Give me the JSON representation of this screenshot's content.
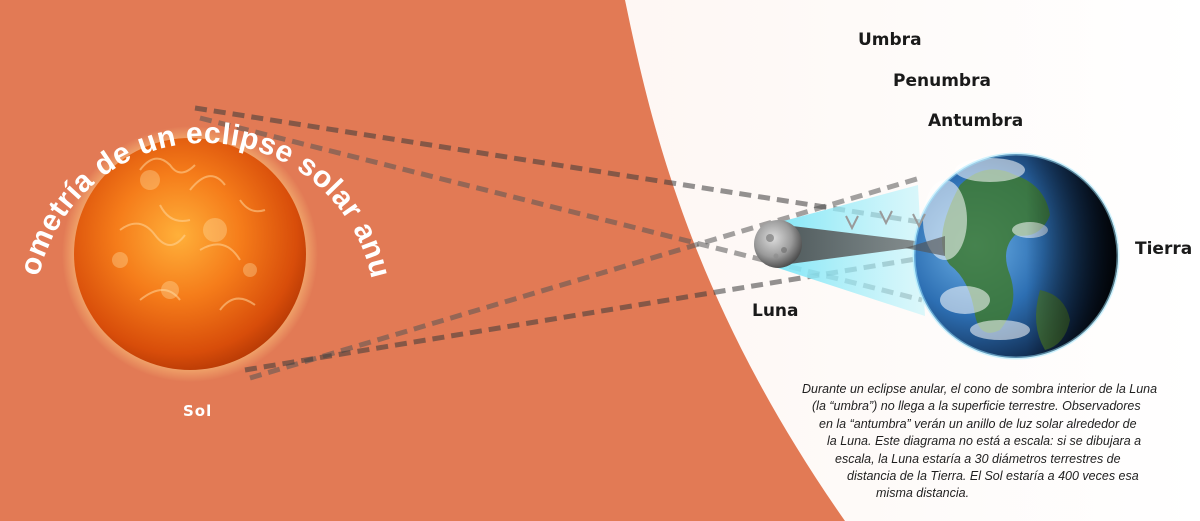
{
  "title": "Geometría de un eclipse solar anular",
  "labels": {
    "umbra": "Umbra",
    "penumbra": "Penumbra",
    "antumbra": "Antumbra",
    "earth": "Tierra",
    "moon": "Luna",
    "sun": "Sol"
  },
  "caption_lines": [
    "Durante un eclipse anular, el cono de sombra interior de la Luna",
    "(la “umbra”) no llega a la superficie terrestre. Observadores",
    "en la “antumbra” verán un anillo de luz solar alrededor de",
    "la Luna. Este diagrama no está a escala: si se dibujara a",
    "escala, la Luna estaría a 30 diámetros terrestres de",
    "distancia de la Tierra. El Sol estaría a 400 veces esa",
    "misma distancia."
  ],
  "colors": {
    "background_left": "#e27a55",
    "background_right": "#fdf3ee",
    "sun": "#f06a12",
    "earth_ocean": "#2f6fb4",
    "shadow_cone": "#8fe8f8",
    "arrow": "#e0652e",
    "title_text": "#ffffff"
  }
}
